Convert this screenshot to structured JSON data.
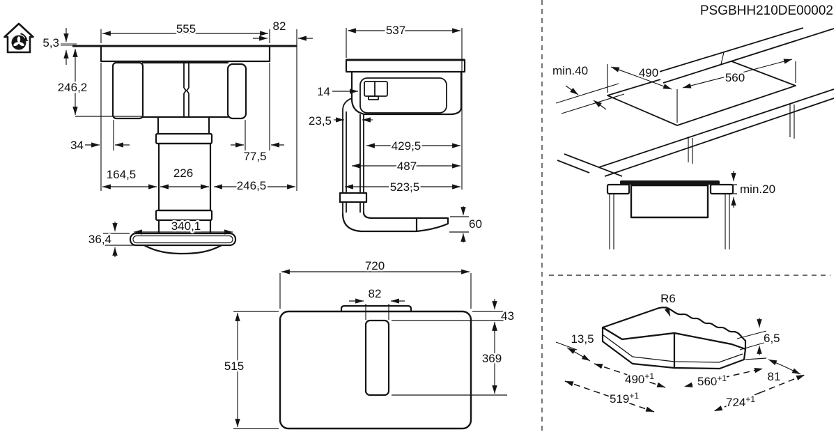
{
  "title_code": "PSGBHH210DE00002",
  "colors": {
    "line": "#141414",
    "background": "#ffffff",
    "worktop_gray": "#9a9a9a"
  },
  "icons": {
    "recirculation": "house-with-recirculation-fan"
  },
  "front_view": {
    "d53": "5,3",
    "d555": "555",
    "d82": "82",
    "d2462": "246,2",
    "d34": "34",
    "d1645": "164,5",
    "d226": "226",
    "d775": "77,5",
    "d2465": "246,5",
    "d3401": "340,1",
    "d364": "36,4"
  },
  "side_view": {
    "d537": "537",
    "d14": "14",
    "d235": "23,5",
    "d4295": "429,5",
    "d487": "487",
    "d5235": "523,5",
    "d60": "60"
  },
  "cutout_view": {
    "min40": "min.40",
    "d490": "490",
    "d560": "560"
  },
  "clearance_view": {
    "min20": "min.20"
  },
  "top_view": {
    "d720": "720",
    "d82": "82",
    "d43": "43",
    "d369": "369",
    "d515": "515"
  },
  "corner_view": {
    "r6": "R6",
    "d135": "13,5",
    "d65": "6,5",
    "d81": "81",
    "d490": "490",
    "d560": "560",
    "d519": "519",
    "d724": "724",
    "sup": "+1"
  }
}
